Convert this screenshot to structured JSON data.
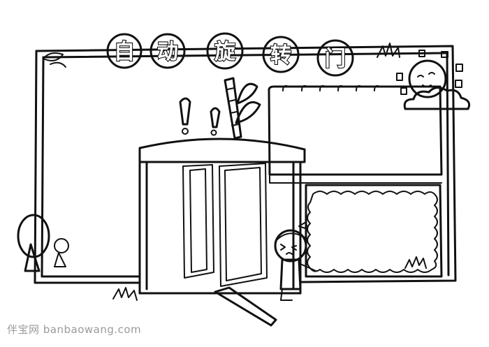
{
  "title": {
    "chars": [
      "自",
      "动",
      "旋",
      "转",
      "门"
    ]
  },
  "watermark": {
    "text": "伴宝网 banbaowang.com"
  }
}
